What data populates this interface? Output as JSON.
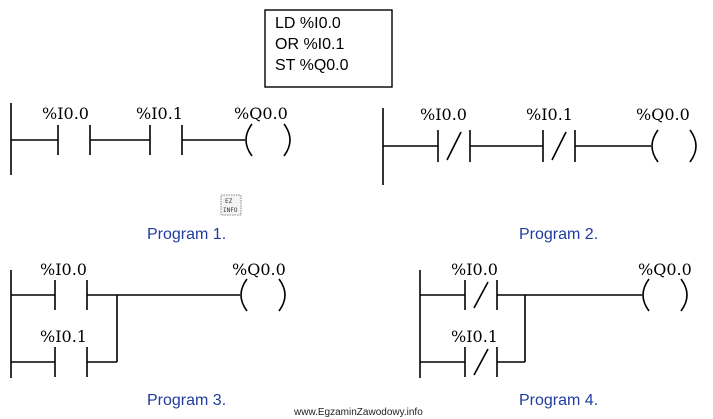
{
  "instruction_list": {
    "lines": [
      "LD  %I0.0",
      "OR %I0.1",
      "ST  %Q0.0"
    ]
  },
  "programs": [
    {
      "caption": "Program 1.",
      "input_a": "%I0.0",
      "input_b": "%I0.1",
      "output": "%Q0.0"
    },
    {
      "caption": "Program 2.",
      "input_a": "%I0.0",
      "input_b": "%I0.1",
      "output": "%Q0.0"
    },
    {
      "caption": "Program 3.",
      "input_a": "%I0.0",
      "input_b": "%I0.1",
      "output": "%Q0.0"
    },
    {
      "caption": "Program 4.",
      "input_a": "%I0.0",
      "input_b": "%I0.1",
      "output": "%Q0.0"
    }
  ],
  "logo": {
    "line1": "EZ",
    "line2": "INFO"
  },
  "watermark": "www.EgzaminZawodowy.info"
}
